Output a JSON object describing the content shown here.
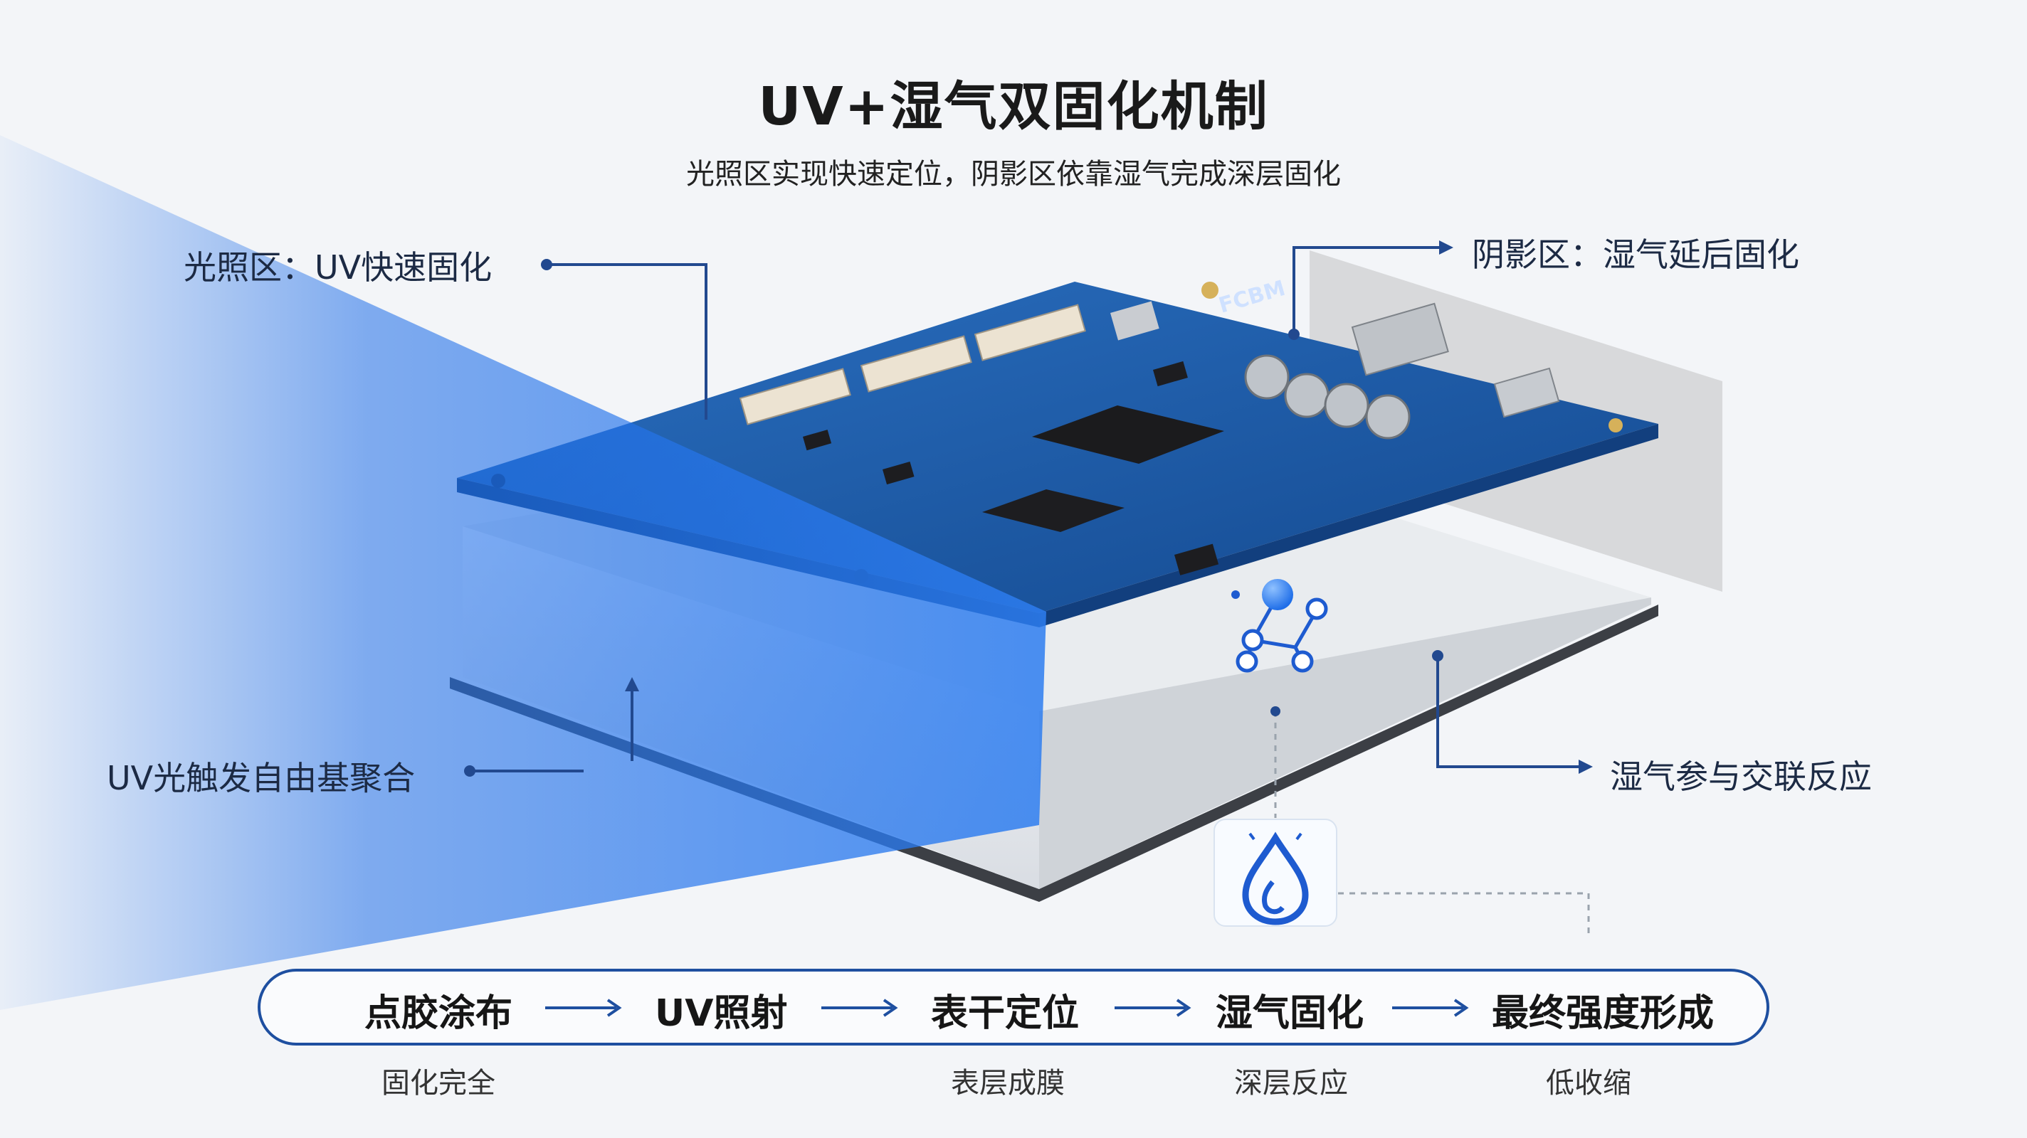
{
  "title": "UV+湿气双固化机制",
  "subtitle": "光照区实现快速定位，阴影区依靠湿气完成深层固化",
  "callouts": {
    "light_zone": "光照区：UV快速固化",
    "shadow_zone": "阴影区：湿气延后固化",
    "uv_trigger": "UV光触发自由基聚合",
    "moisture_reaction": "湿气参与交联反应"
  },
  "pcb_label": "FCBM",
  "flow": {
    "steps": [
      "点胶涂布",
      "UV照射",
      "表干定位",
      "湿气固化",
      "最终强度形成"
    ],
    "notes": [
      "固化完全",
      "表层成膜",
      "深层反应",
      "低收缩"
    ]
  },
  "colors": {
    "accent": "#1e4fa0",
    "uv_light": "#1f6ee8",
    "pcb": "#1e5fb0",
    "line": "#22498f"
  },
  "icons": {
    "molecule": "molecule-icon",
    "droplet": "water-drop-icon",
    "arrow": "arrow-right-icon"
  }
}
